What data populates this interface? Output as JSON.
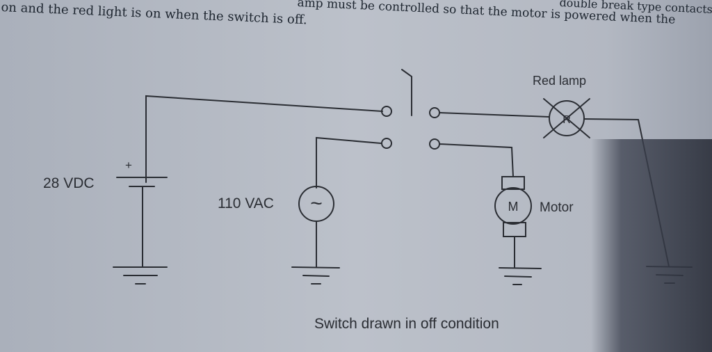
{
  "book_text": {
    "line_1": "amp must be controlled so that the motor is powered when the",
    "line_1_prefix": "double break type contacts.",
    "line_2": "on and the red light is on when the switch is off."
  },
  "labels": {
    "battery_voltage": "28 VDC",
    "battery_plus": "+",
    "ac_source": "110 VAC",
    "ac_symbol": "~",
    "red_lamp": "Red lamp",
    "lamp_letter": "R",
    "motor_letter": "M",
    "motor": "Motor",
    "caption": "Switch drawn in off condition"
  },
  "colors": {
    "paper": "#b7bcc6",
    "ink": "#2a2d33",
    "shadow": "#3d4250"
  }
}
